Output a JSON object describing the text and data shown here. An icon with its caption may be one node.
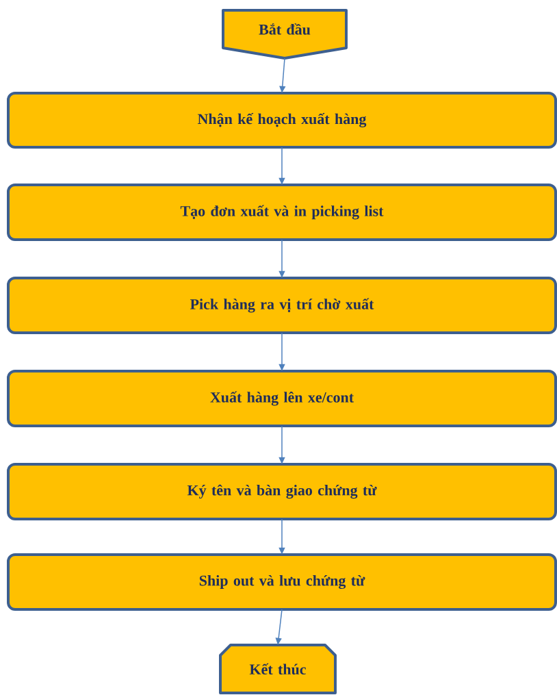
{
  "diagram": {
    "nodes": [
      {
        "text": [
          "Bắt đầu"
        ]
      },
      {
        "text": [
          "Nhận kế hoạch xuất hàng"
        ]
      },
      {
        "text": [
          "Tạo đơn xuất và in picking list"
        ]
      },
      {
        "text": [
          "Pick hàng ra vị trí chờ xuất"
        ]
      },
      {
        "text": [
          "Xuất hàng lên xe/cont"
        ]
      },
      {
        "text": [
          "Ký tên và bàn giao chứng từ"
        ]
      },
      {
        "text": [
          "Ship out và lưu chứng từ"
        ]
      },
      {
        "text": [
          "Kết thúc"
        ]
      }
    ],
    "edges": [
      {
        "from": 0,
        "to": 1,
        "arrow": "to"
      },
      {
        "from": 1,
        "to": 2,
        "arrow": "to"
      },
      {
        "from": 2,
        "to": 3,
        "arrow": "to"
      },
      {
        "from": 3,
        "to": 4,
        "arrow": "to"
      },
      {
        "from": 4,
        "to": 5,
        "arrow": "to"
      },
      {
        "from": 5,
        "to": 6,
        "arrow": "to"
      },
      {
        "from": 6,
        "to": 7,
        "arrow": "to"
      }
    ]
  }
}
